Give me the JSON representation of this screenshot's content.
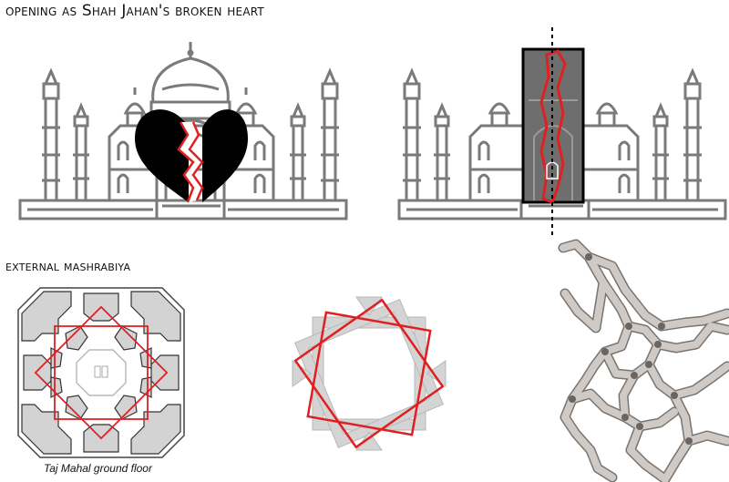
{
  "headings": {
    "top": "opening as Shah Jahan's broken heart",
    "bottom": "external mashrabiya"
  },
  "caption": "Taj Mahal ground floor",
  "colors": {
    "outline": "#7a7a7a",
    "accent_red": "#e02020",
    "heart": "#000000",
    "shade": "#6e6e6e",
    "plan_fill": "#d3d3d3",
    "mesh": "#cfcac5"
  },
  "icons": [
    "taj-mahal-outline-icon",
    "broken-heart-icon",
    "dashed-axis-line",
    "floor-plan-icon",
    "octagram-frame-icon",
    "mashrabiya-lattice-icon"
  ]
}
